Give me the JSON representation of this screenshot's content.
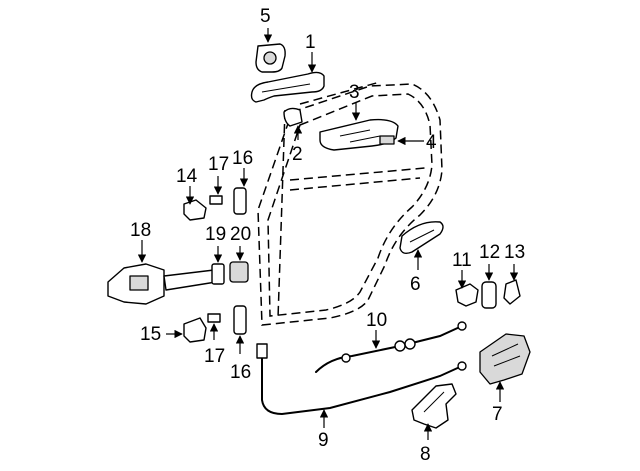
{
  "callouts": [
    {
      "id": "c1",
      "text": "1"
    },
    {
      "id": "c2",
      "text": "2"
    },
    {
      "id": "c3",
      "text": "3"
    },
    {
      "id": "c4",
      "text": "4"
    },
    {
      "id": "c5",
      "text": "5"
    },
    {
      "id": "c6",
      "text": "6"
    },
    {
      "id": "c7",
      "text": "7"
    },
    {
      "id": "c8",
      "text": "8"
    },
    {
      "id": "c9",
      "text": "9"
    },
    {
      "id": "c10",
      "text": "10"
    },
    {
      "id": "c11",
      "text": "11"
    },
    {
      "id": "c12",
      "text": "12"
    },
    {
      "id": "c13",
      "text": "13"
    },
    {
      "id": "c14",
      "text": "14"
    },
    {
      "id": "c15",
      "text": "15"
    },
    {
      "id": "c16a",
      "text": "16"
    },
    {
      "id": "c16b",
      "text": "16"
    },
    {
      "id": "c17a",
      "text": "17"
    },
    {
      "id": "c17b",
      "text": "17"
    },
    {
      "id": "c18",
      "text": "18"
    },
    {
      "id": "c19",
      "text": "19"
    },
    {
      "id": "c20",
      "text": "20"
    }
  ]
}
